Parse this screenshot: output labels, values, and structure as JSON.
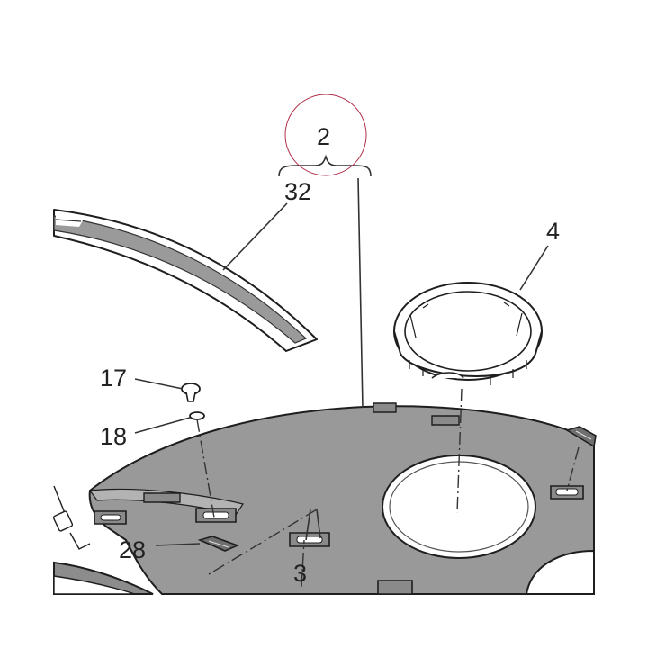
{
  "colors": {
    "panel_fill": "#999999",
    "panel_dark": "#6f6f6f",
    "outline": "#1e1e1e",
    "highlight_circle": "#b0304a",
    "text": "#222222"
  },
  "callouts": {
    "assembly": "2",
    "stripe": "32",
    "ring": "4",
    "screw": "17",
    "washer": "18",
    "grommet": "28",
    "cover": "3"
  }
}
